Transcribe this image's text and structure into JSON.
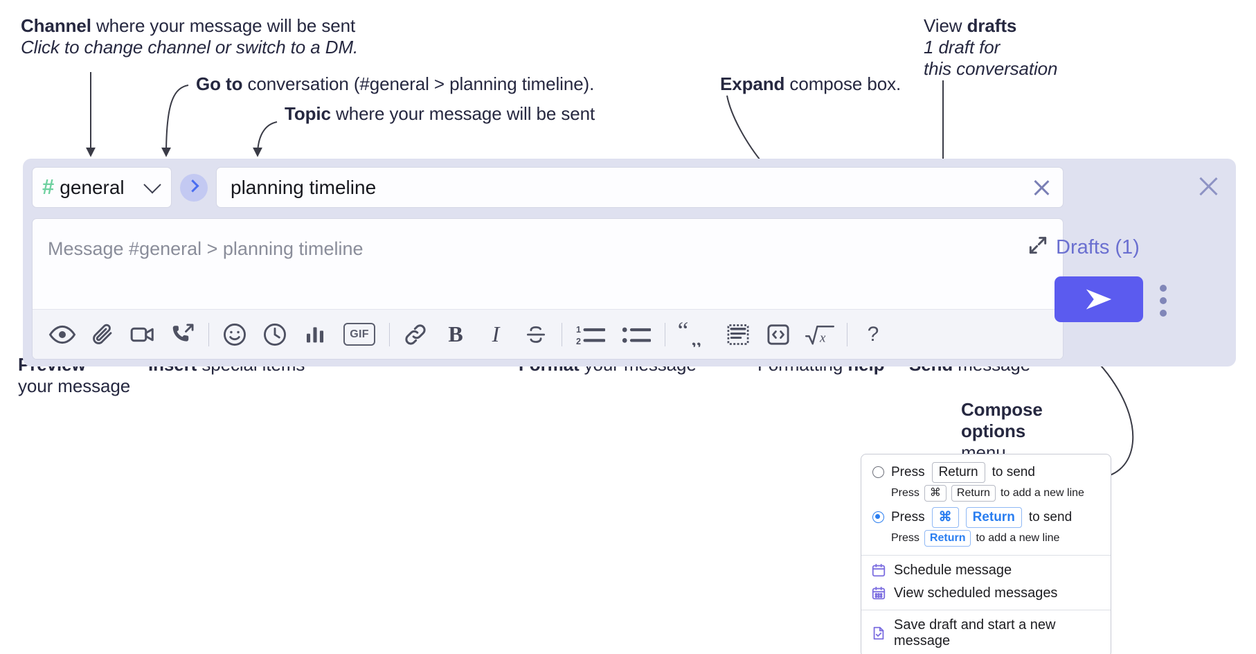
{
  "annotations": {
    "channel": {
      "line1_bold": "Channel",
      "line1_rest": " where your message will be sent",
      "line2_italic": "Click to change channel or switch to a DM."
    },
    "goto": {
      "bold": "Go to",
      "rest": " conversation (#general > planning timeline)."
    },
    "topic": {
      "bold": "Topic",
      "rest": " where your message will be sent"
    },
    "expand": {
      "bold": "Expand",
      "rest": " compose box."
    },
    "drafts": {
      "line1_rest": "View ",
      "line1_bold": "drafts",
      "line2_italic": "1 draft for",
      "line3_italic": "this conversation"
    },
    "preview": {
      "bold": "Preview",
      "line2": "your message"
    },
    "insert": {
      "bold": "Insert",
      "rest": " special items"
    },
    "format": {
      "bold": "Format",
      "rest": " your message"
    },
    "help": {
      "rest": "Formatting ",
      "bold": "help"
    },
    "send": {
      "bold": "Send",
      "rest": " message"
    },
    "compose_options": {
      "line1_bold": "Compose",
      "line2_bold": "options",
      "line3": "menu"
    }
  },
  "compose": {
    "channel_picker": {
      "hash": "#",
      "name": "general",
      "chevron_icon": "chevron-down-icon"
    },
    "go_button_icon": "chevron-right-icon",
    "topic": {
      "value": "planning timeline",
      "clear_icon": "close-icon"
    },
    "message": {
      "placeholder": "Message #general > planning timeline",
      "expand_icon": "expand-icon"
    },
    "toolbar": {
      "groups": [
        {
          "name": "preview",
          "items": [
            {
              "icon": "eye-icon",
              "label": "Preview"
            }
          ]
        },
        {
          "name": "insert",
          "items": [
            {
              "icon": "paperclip-icon",
              "label": "Attach file"
            },
            {
              "icon": "video-camera-icon",
              "label": "Video clip"
            },
            {
              "icon": "phone-call-icon",
              "label": "Huddle"
            },
            {
              "icon": "emoji-icon",
              "label": "Emoji"
            },
            {
              "icon": "clock-icon",
              "label": "Reminder"
            },
            {
              "icon": "bar-chart-icon",
              "label": "Poll"
            },
            {
              "icon": "gif-icon",
              "label": "GIF"
            }
          ]
        },
        {
          "name": "format",
          "items": [
            {
              "icon": "link-icon",
              "label": "Link"
            },
            {
              "icon": "bold-icon",
              "label": "Bold"
            },
            {
              "icon": "italic-icon",
              "label": "Italic"
            },
            {
              "icon": "strikethrough-icon",
              "label": "Strikethrough"
            },
            {
              "icon": "ordered-list-icon",
              "label": "Ordered list"
            },
            {
              "icon": "bulleted-list-icon",
              "label": "Bulleted list"
            },
            {
              "icon": "blockquote-icon",
              "label": "Blockquote"
            },
            {
              "icon": "code-block-icon",
              "label": "Code block"
            },
            {
              "icon": "code-icon",
              "label": "Code"
            },
            {
              "icon": "latex-icon",
              "label": "Math"
            }
          ]
        },
        {
          "name": "help",
          "items": [
            {
              "icon": "question-mark-icon",
              "label": "Formatting help"
            }
          ]
        }
      ],
      "gif_label": "GIF",
      "bold_glyph": "B",
      "italic_glyph": "I",
      "question_glyph": "?"
    },
    "drafts_label": "Drafts (1)",
    "send_icon": "send-arrow-icon",
    "kebab_icon": "vertical-dots-icon",
    "close_icon": "close-icon"
  },
  "popup": {
    "options": [
      {
        "selected": false,
        "main_pre": "Press",
        "main_keys": [
          "Return"
        ],
        "main_post": "to send",
        "sub_pre": "Press",
        "sub_keys": [
          "⌘",
          "Return"
        ],
        "sub_post": "to add a new line"
      },
      {
        "selected": true,
        "main_pre": "Press",
        "main_keys": [
          "⌘",
          "Return"
        ],
        "main_post": "to send",
        "sub_pre": "Press",
        "sub_keys": [
          "Return"
        ],
        "sub_post": "to add a new line"
      }
    ],
    "menu_items": [
      {
        "icon": "calendar-clock-icon",
        "label": "Schedule message"
      },
      {
        "icon": "calendar-grid-icon",
        "label": "View scheduled messages"
      },
      {
        "icon": "save-draft-icon",
        "label": "Save draft and start a new message"
      }
    ]
  },
  "colors": {
    "accent_purple": "#5b5bef",
    "compose_bg": "#dfe1f0",
    "hash_green": "#6fd1a0",
    "drafts_link": "#6a6fd0",
    "radio_blue": "#2a7ef0",
    "menu_icon_purple": "#7c6ee0",
    "text_dark": "#262840"
  }
}
